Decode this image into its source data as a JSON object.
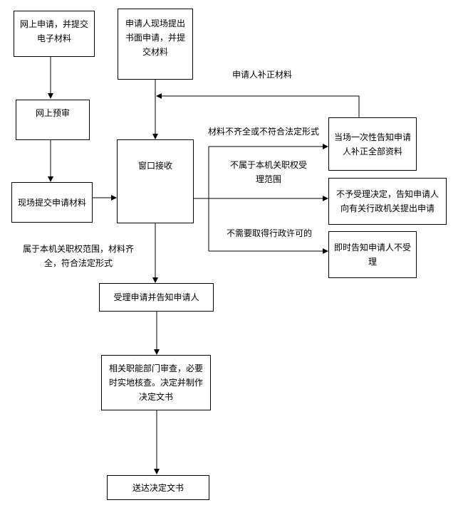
{
  "nodes": {
    "online_apply": "网上申请，并提交电子材料",
    "onsite_written": "申请人现场提出书面申请，并提交材料",
    "online_precheck": "网上预审",
    "onsite_submit": "现场提交申请材料",
    "window_receive": "窗口接收",
    "notify_supplement": "当场一次性告知申请人补正全部资料",
    "reject_decision": "不予受理决定，告知申请人向有关行政机关提出申请",
    "notify_not_accept": "即时告知申请人不受理",
    "accept_notify": "受理申请并告知申请人",
    "dept_review": "相关职能部门审查，必要时实地核查。决定并制作决定文书",
    "deliver": "送达决定文书"
  },
  "labels": {
    "supplement": "申请人补正材料",
    "incomplete": "材料不齐全或不符合法定形式",
    "out_of_scope": "不属于本机关职权受理范围",
    "no_permit_needed": "不需要取得行政许可的",
    "in_scope": "属于本机关职权范围，材料齐全，符合法定形式"
  }
}
